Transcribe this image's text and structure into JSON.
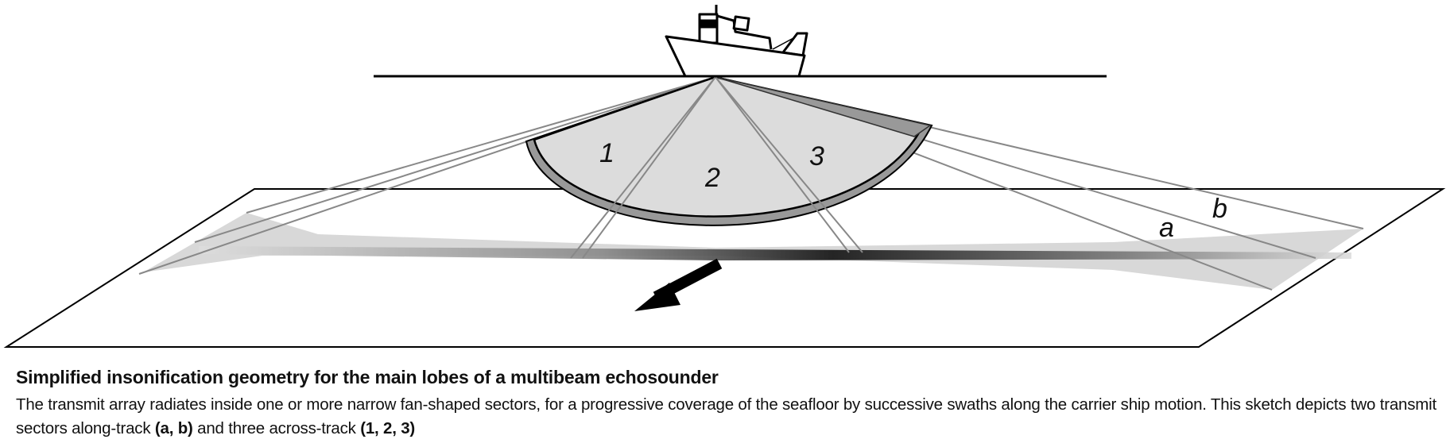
{
  "diagram": {
    "sector_labels_across": [
      "1",
      "2",
      "3"
    ],
    "sector_labels_along": [
      "a",
      "b"
    ]
  },
  "caption": {
    "title": "Simplified insonification geometry for the main lobes of a multibeam echosounder",
    "body_part1": "The transmit array radiates inside one or more narrow fan-shaped sectors, for a progressive coverage of the seafloor by successive swaths along the carrier ship motion. This sketch depicts two transmit sectors along-track ",
    "body_bold1": "(a, b)",
    "body_part2": " and three across-track ",
    "body_bold2": "(1, 2, 3)"
  }
}
